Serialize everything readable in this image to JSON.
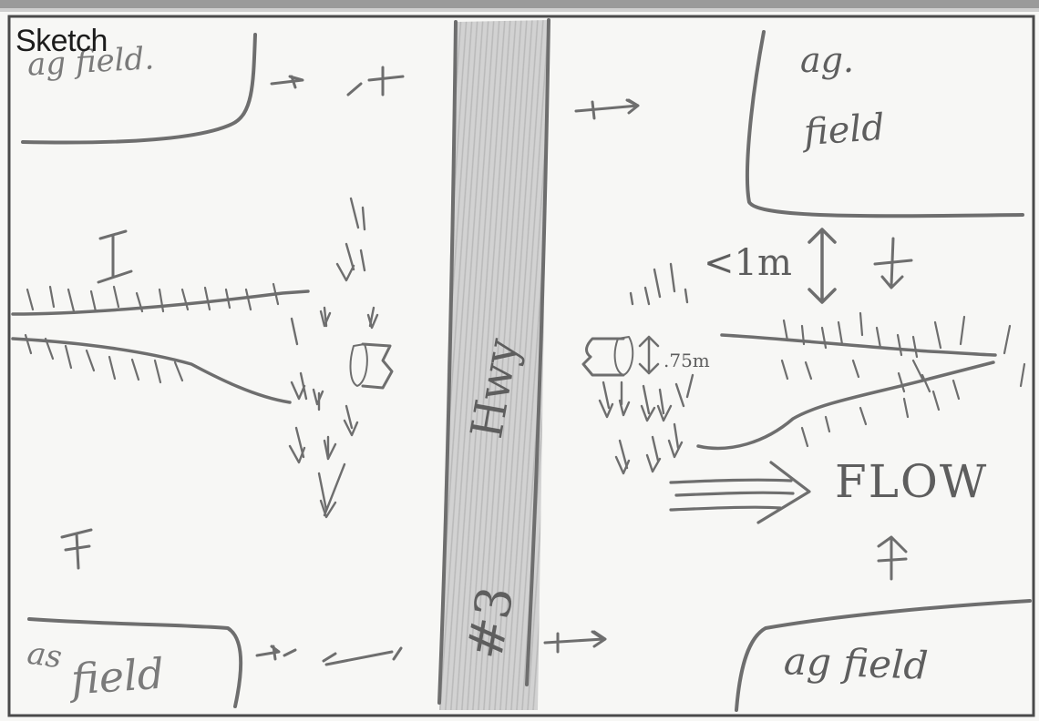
{
  "header": {
    "label": "Sketch"
  },
  "sketch": {
    "labels": {
      "ag_field_top_left": "ag field.",
      "ag_field_top_right_1": "ag.",
      "ag_field_top_right_2": "field",
      "ag_field_bottom_left_1": "as",
      "ag_field_bottom_left_2": "field",
      "ag_field_bottom_right": "ag field",
      "highway": "Hwy",
      "highway_number": "#3",
      "flow": "FLOW",
      "distance_1m": "<1m",
      "culvert_size": ".75m"
    }
  },
  "colors": {
    "paper": "#f7f7f5",
    "pencil": "#6e6e6e",
    "road_fill": "#cfcfcf",
    "border": "#4a4a4a"
  }
}
